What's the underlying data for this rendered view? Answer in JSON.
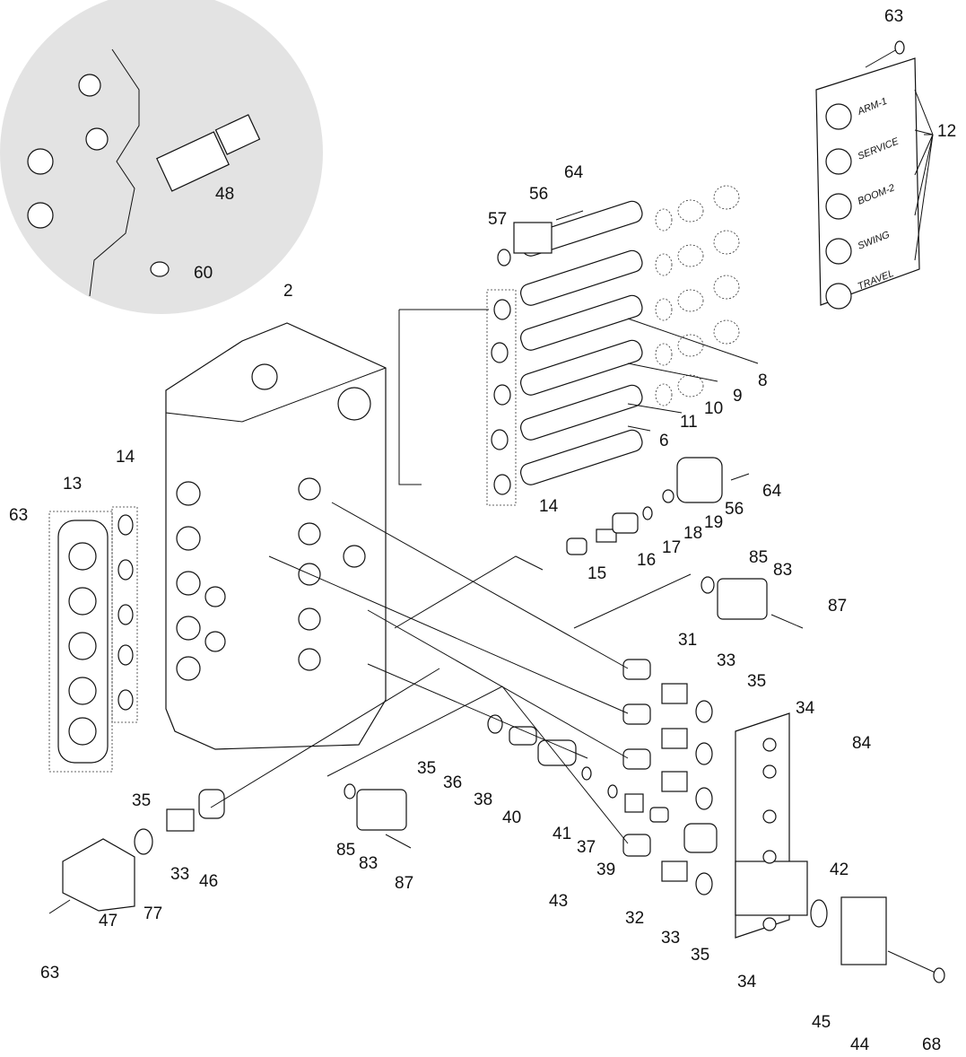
{
  "callouts": [
    "63",
    "12",
    "64",
    "56",
    "57",
    "48",
    "60",
    "2",
    "8",
    "9",
    "10",
    "11",
    "6",
    "14",
    "13",
    "63",
    "14",
    "64",
    "56",
    "19",
    "18",
    "17",
    "16",
    "15",
    "85",
    "83",
    "87",
    "31",
    "33",
    "35",
    "34",
    "84",
    "35",
    "36",
    "38",
    "40",
    "41",
    "37",
    "39",
    "43",
    "32",
    "33",
    "35",
    "42",
    "34",
    "45",
    "44",
    "68",
    "35",
    "33",
    "46",
    "77",
    "47",
    "63",
    "85",
    "83",
    "87"
  ],
  "spool_labels": [
    "ARM-1",
    "SERVICE",
    "BOOM-2",
    "SWING",
    "TRAVEL"
  ]
}
